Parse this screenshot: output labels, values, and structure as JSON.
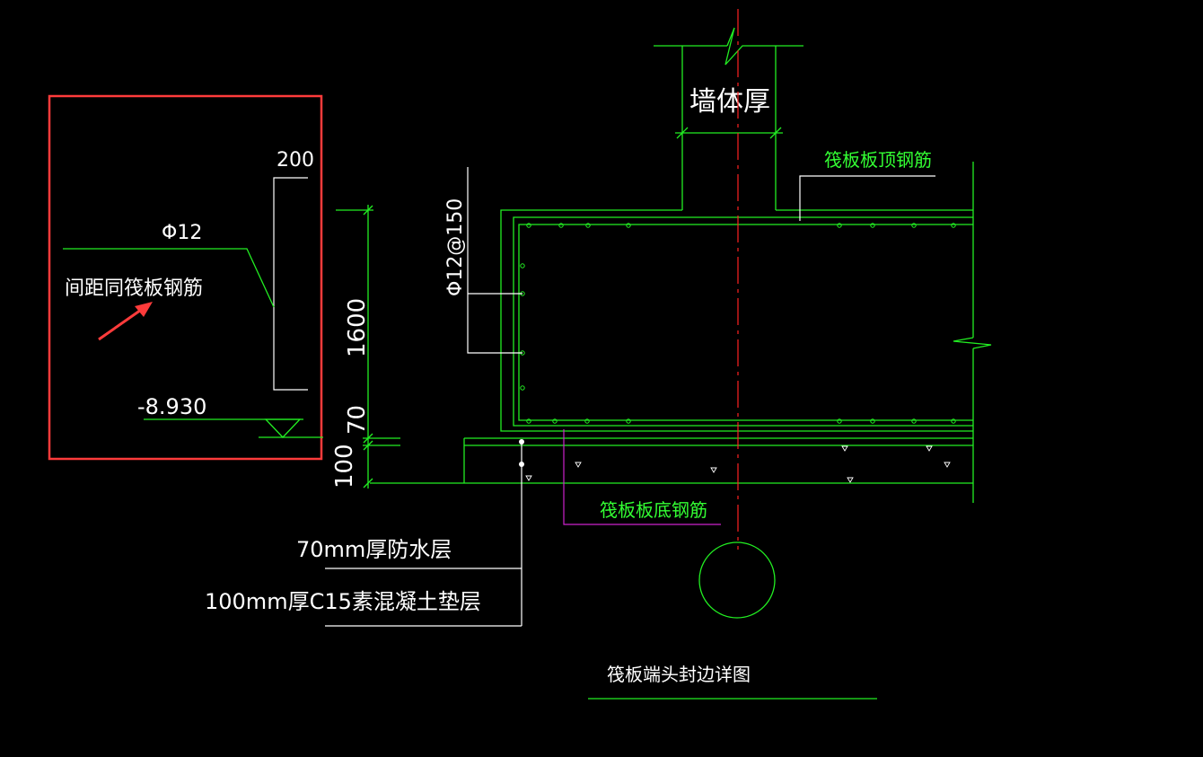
{
  "labels": {
    "wall_thickness": "墙体厚",
    "raft_top_rebar": "筏板板顶钢筋",
    "raft_bottom_rebar": "筏板板底钢筋",
    "rebar_spec_vertical": "Φ12@150",
    "waterproof_layer": "70mm厚防水层",
    "cushion_layer": "100mm厚C15素混凝土垫层",
    "drawing_title": "筏板端头封边详图"
  },
  "dimensions": {
    "raft_height": "1600",
    "waterproof_thickness": "70",
    "cushion_thickness": "100"
  },
  "callout": {
    "bar_length": "200",
    "bar_diameter": "Φ12",
    "spacing_note": "间距同筏板钢筋",
    "elevation": "-8.930"
  },
  "colors": {
    "background": "#000000",
    "structure_lines": "#22ee22",
    "text": "#ffffff",
    "note_text": "#33ff33",
    "axis_line": "#ff2222",
    "leader_magenta": "#cc22cc",
    "highlight_box": "#ff3b3b"
  }
}
